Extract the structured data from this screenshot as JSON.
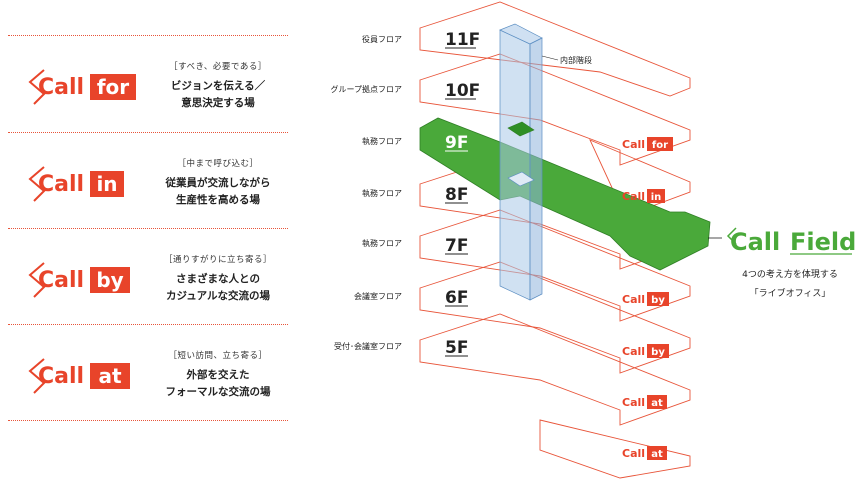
{
  "colors": {
    "accent": "#e8442a",
    "green": "#4aa93a",
    "stair": "#a9c8e8"
  },
  "concepts": [
    {
      "call": "Call",
      "tag": "for",
      "note": "［すべき、必要である］",
      "line1": "ビジョンを伝える／",
      "line2": "意思決定する場"
    },
    {
      "call": "Call",
      "tag": "in",
      "note": "［中まで呼び込む］",
      "line1": "従業員が交流しながら",
      "line2": "生産性を高める場"
    },
    {
      "call": "Call",
      "tag": "by",
      "note": "［通りすがりに立ち寄る］",
      "line1": "さまざまな人との",
      "line2": "カジュアルな交流の場"
    },
    {
      "call": "Call",
      "tag": "at",
      "note": "［短い訪問、立ち寄る］",
      "line1": "外部を交えた",
      "line2": "フォーマルな交流の場"
    }
  ],
  "floors": [
    {
      "number": "11F",
      "label": "役員フロア"
    },
    {
      "number": "10F",
      "label": "グループ拠点フロア"
    },
    {
      "number": "9F",
      "label": "執務フロア"
    },
    {
      "number": "8F",
      "label": "執務フロア"
    },
    {
      "number": "7F",
      "label": "執務フロア"
    },
    {
      "number": "6F",
      "label": "会議室フロア"
    },
    {
      "number": "5F",
      "label": "受付･会議室フロア"
    }
  ],
  "stair_label": "内部階段",
  "floor_tags": [
    {
      "call": "Call",
      "tag": "for"
    },
    {
      "call": "Call",
      "tag": "in"
    },
    {
      "call": "Call",
      "tag": "by"
    },
    {
      "call": "Call",
      "tag": "by"
    },
    {
      "call": "Call",
      "tag": "at"
    },
    {
      "call": "Call",
      "tag": "at"
    }
  ],
  "callfield": {
    "word1": "Call",
    "word2": "Field",
    "sub1": "4つの考え方を体現する",
    "sub2": "「ライブオフィス」"
  }
}
